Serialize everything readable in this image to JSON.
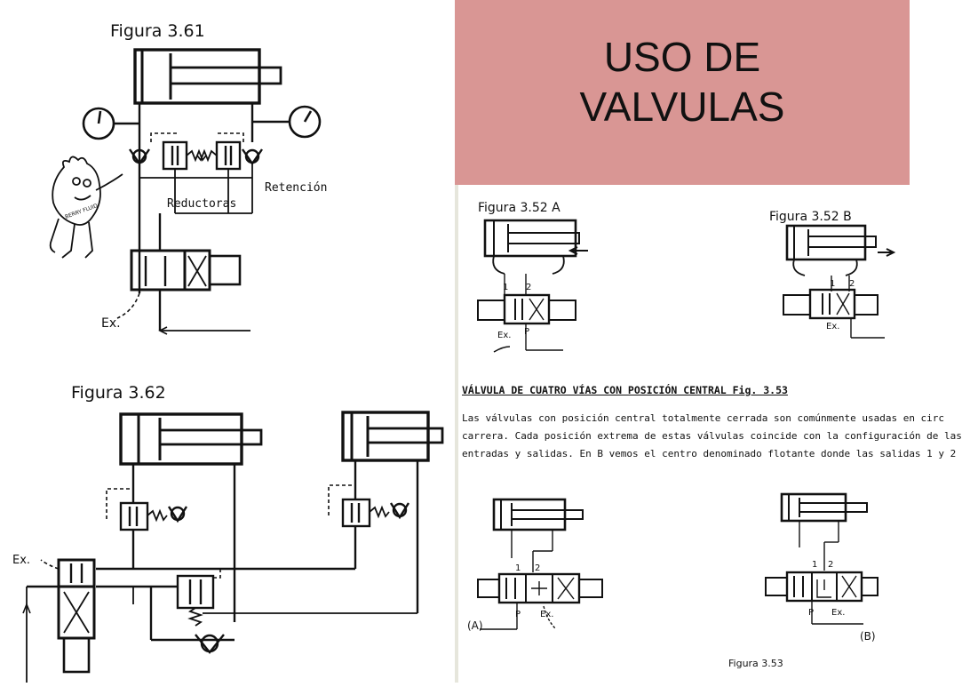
{
  "title": "USO DE VALVULAS",
  "title_lines": [
    "USO DE",
    "VALVULAS"
  ],
  "colors": {
    "title_bg": "#d99694",
    "ink": "#111111"
  },
  "left_figures": {
    "fig361": {
      "label": "Figura 3.61",
      "reductoras": "Reductoras",
      "retencion": "Retención",
      "exhaust": "Ex.",
      "mascot_text": "BERRY FLUID"
    },
    "fig362": {
      "label": "Figura 3.62",
      "exhaust": "Ex."
    }
  },
  "right_figures": {
    "fig352a": {
      "label": "Figura 3.52 A",
      "port1": "1",
      "port2": "2",
      "exhaust": "Ex.",
      "pressure": "P"
    },
    "fig352b": {
      "label": "Figura 3.52 B",
      "port1": "1",
      "port2": "2",
      "exhaust": "Ex."
    },
    "fig353a": {
      "label": "(A)",
      "port1": "1",
      "port2": "2",
      "exhaust": "Ex.",
      "pressure": "P"
    },
    "fig353b": {
      "label": "(B)",
      "port1": "1",
      "port2": "2",
      "exhaust": "Ex.",
      "pressure": "P"
    },
    "caption": "Figura 3.53"
  },
  "heading": "VÁLVULA DE CUATRO VÍAS CON POSICIÓN CENTRAL  Fig.  3.53",
  "paragraph_lines": [
    "Las válvulas con posición central totalmente cerrada son comúnmente usadas en circ",
    "carrera. Cada posición extrema de estas válvulas coincide con la configuración de las",
    "entradas y salidas. En B vemos el centro denominado flotante donde las salidas 1 y 2"
  ]
}
